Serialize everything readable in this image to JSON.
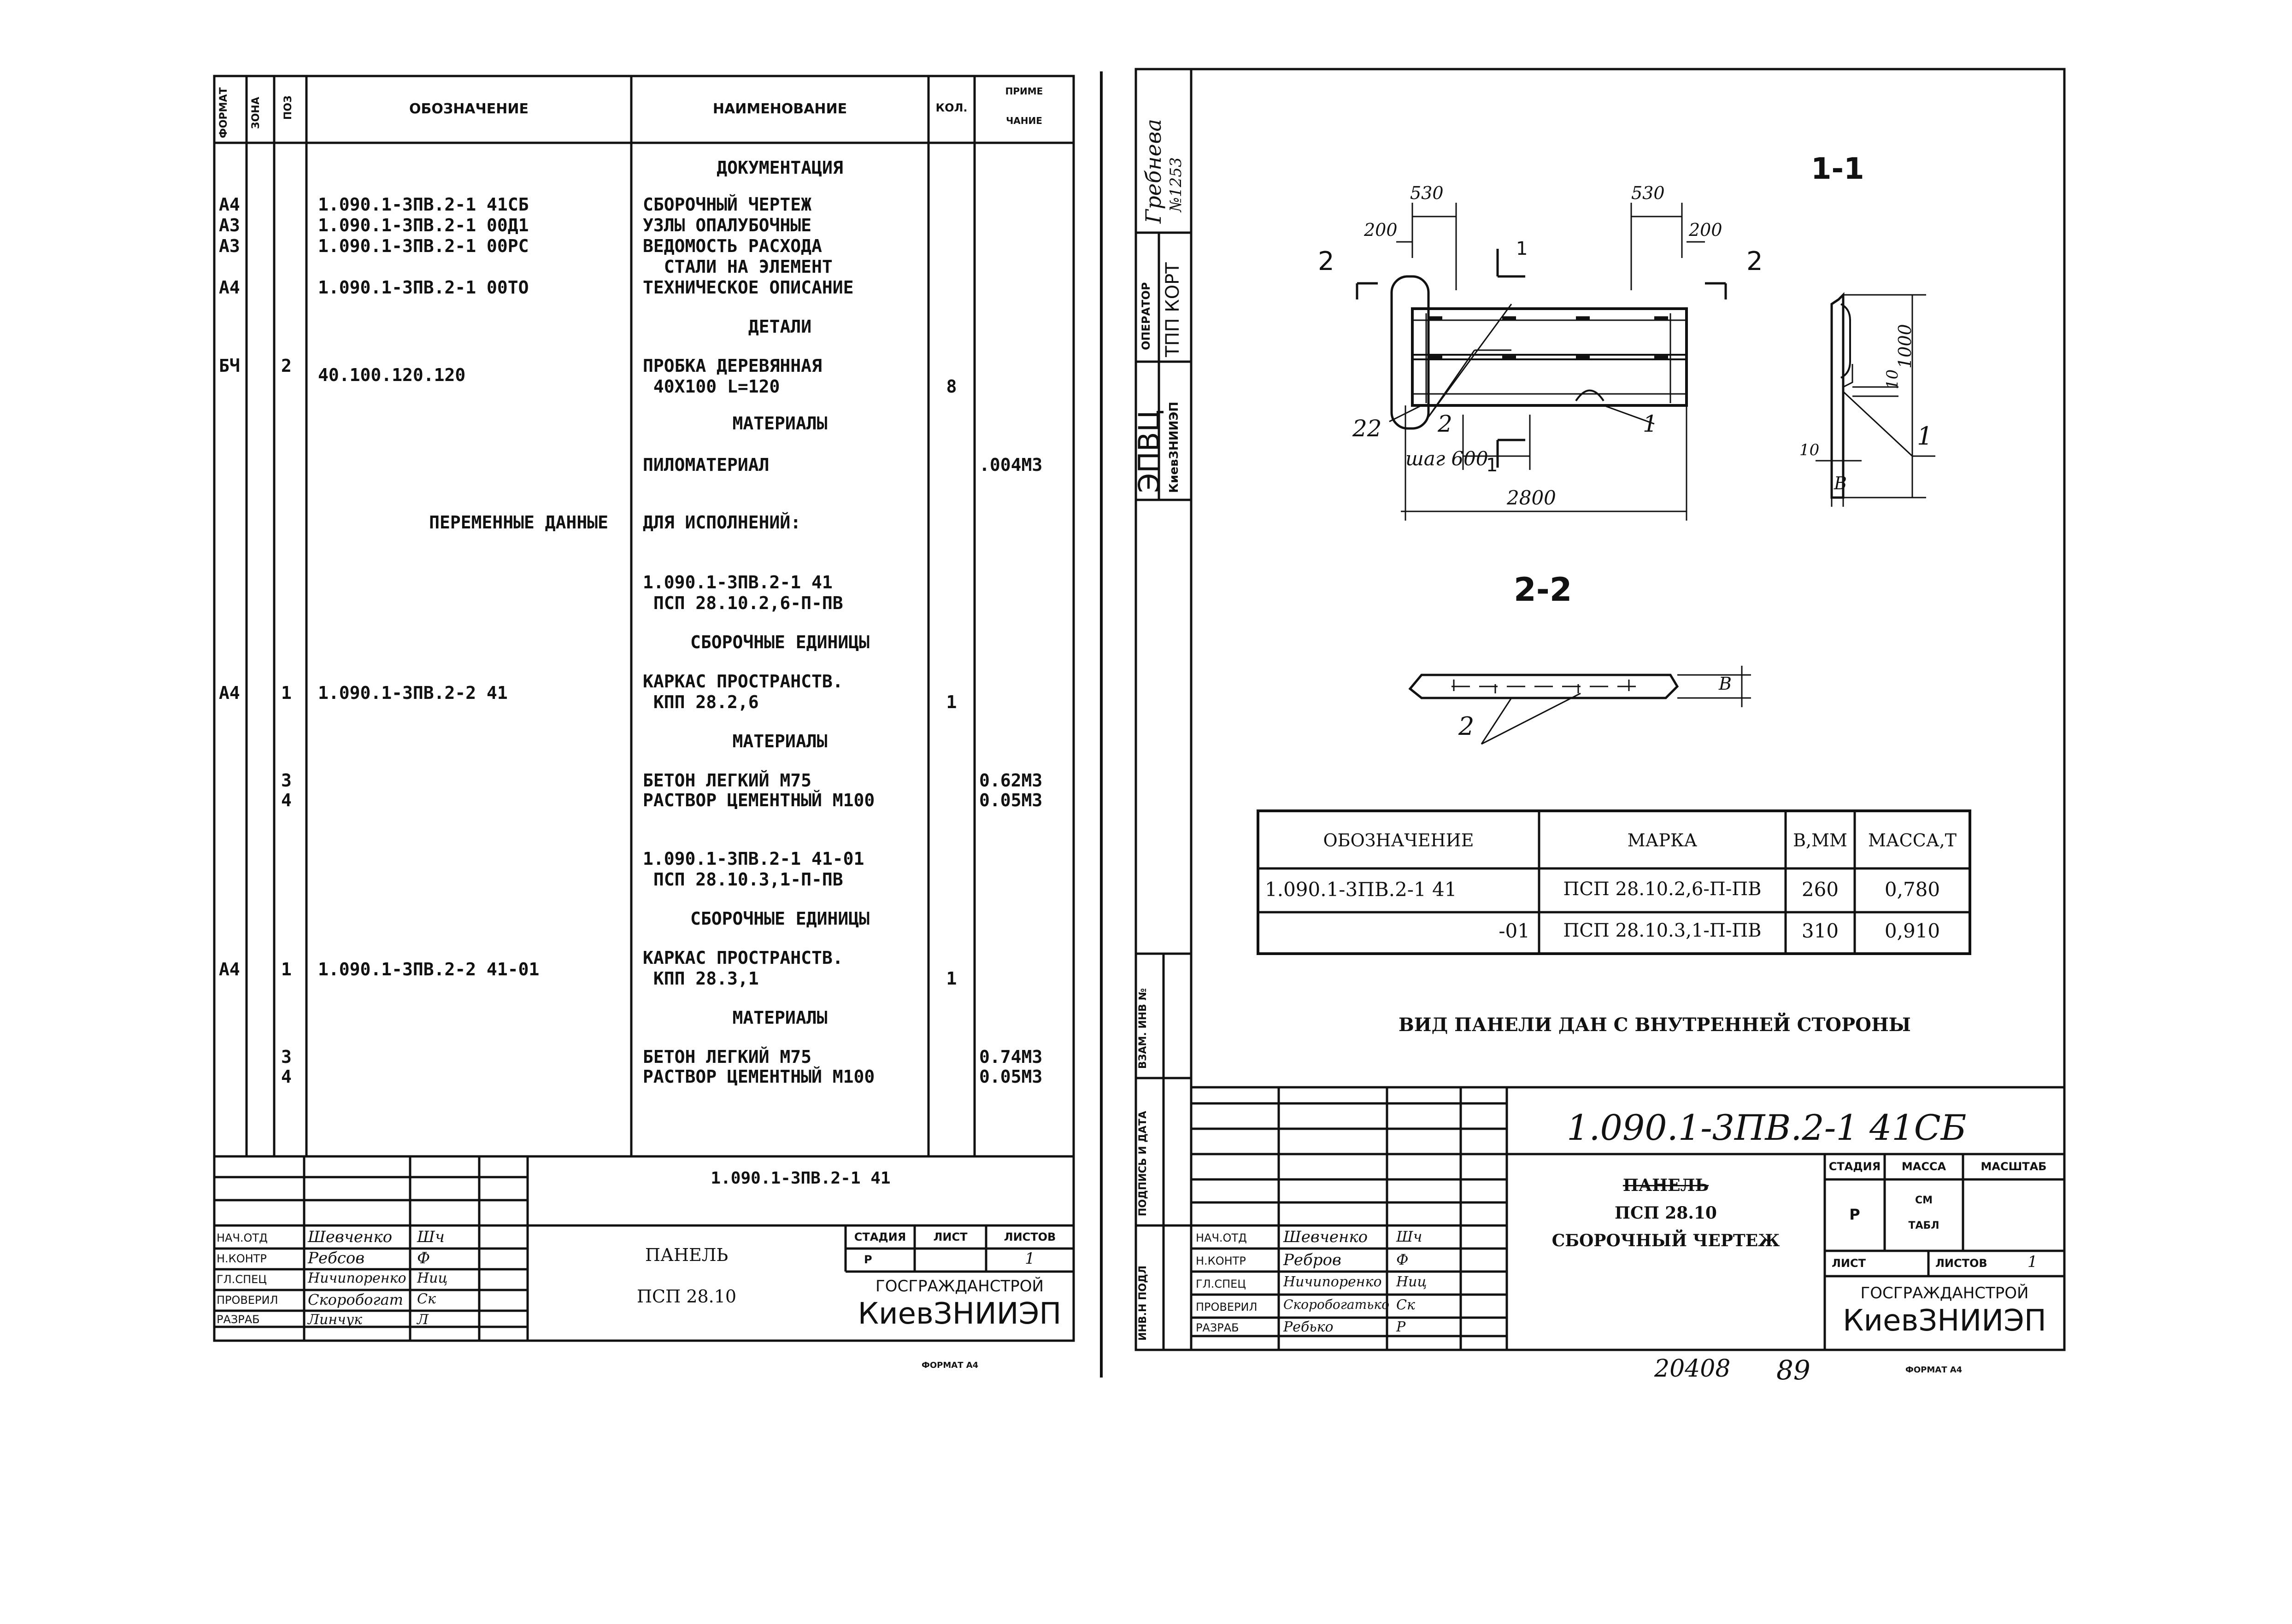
{
  "left": {
    "header": {
      "format": "ФОРМАТ",
      "zone": "ЗОНА",
      "pos": "ПОЗ",
      "designation": "ОБОЗНАЧЕНИЕ",
      "name": "НАИМЕНОВАНИЕ",
      "qty": "КОЛ.",
      "note_1": "ПРИМЕ",
      "note_2": "ЧАНИЕ"
    },
    "sections": {
      "documentation": "ДОКУМЕНТАЦИЯ",
      "details": "ДЕТАЛИ",
      "materials_1": "МАТЕРИАЛЫ",
      "variable_data": "ПЕРЕМЕННЫЕ ДАННЫЕ",
      "assemblies_1": "СБОРОЧНЫЕ ЕДИНИЦЫ",
      "materials_2": "МАТЕРИАЛЫ",
      "assemblies_2": "СБОРОЧНЫЕ ЕДИНИЦЫ",
      "materials_3": "МАТЕРИАЛЫ"
    },
    "rows": [
      {
        "format": "А4",
        "pos": "",
        "designation": "1.090.1-3ПВ.2-1 41СБ",
        "name": "СБОРОЧНЫЙ ЧЕРТЕЖ",
        "qty": "",
        "note": ""
      },
      {
        "format": "А3",
        "pos": "",
        "designation": "1.090.1-3ПВ.2-1 00Д1",
        "name": "УЗЛЫ ОПАЛУБОЧНЫЕ",
        "qty": "",
        "note": ""
      },
      {
        "format": "А3",
        "pos": "",
        "designation": "1.090.1-3ПВ.2-1 00РС",
        "name": "ВЕДОМОСТЬ РАСХОДА",
        "qty": "",
        "note": ""
      },
      {
        "format": "",
        "pos": "",
        "designation": "",
        "name": "  СТАЛИ НА ЭЛЕМЕНТ",
        "qty": "",
        "note": ""
      },
      {
        "format": "А4",
        "pos": "",
        "designation": "1.090.1-3ПВ.2-1 00ТО",
        "name": "ТЕХНИЧЕСКОЕ ОПИСАНИЕ",
        "qty": "",
        "note": ""
      },
      {
        "format": "БЧ",
        "pos": "2",
        "designation": "40.100.120.120",
        "name": "ПРОБКА ДЕРЕВЯННАЯ",
        "qty": "",
        "note": ""
      },
      {
        "format": "",
        "pos": "",
        "designation": "",
        "name": " 40Х100 L=120",
        "qty": "8",
        "note": ""
      },
      {
        "format": "",
        "pos": "",
        "designation": "",
        "name": "ПИЛОМАТЕРИАЛ",
        "qty": "",
        "note": ".004М3"
      },
      {
        "format": "",
        "pos": "",
        "designation": "",
        "name": "ДЛЯ ИСПОЛНЕНИЙ:",
        "qty": "",
        "note": ""
      },
      {
        "format": "",
        "pos": "",
        "designation": "",
        "name": "1.090.1-3ПВ.2-1 41",
        "qty": "",
        "note": ""
      },
      {
        "format": "",
        "pos": "",
        "designation": "",
        "name": " ПСП 28.10.2,6-П-ПВ",
        "qty": "",
        "note": ""
      },
      {
        "format": "А4",
        "pos": "1",
        "designation": "1.090.1-3ПВ.2-2 41",
        "name": "КАРКАС ПРОСТРАНСТВ.",
        "qty": "",
        "note": ""
      },
      {
        "format": "",
        "pos": "",
        "designation": "",
        "name": " КПП 28.2,6",
        "qty": "1",
        "note": ""
      },
      {
        "format": "",
        "pos": "3",
        "designation": "",
        "name": "БЕТОН ЛЕГКИЙ М75",
        "qty": "",
        "note": "0.62М3"
      },
      {
        "format": "",
        "pos": "4",
        "designation": "",
        "name": "РАСТВОР ЦЕМЕНТНЫЙ М100",
        "qty": "",
        "note": "0.05М3"
      },
      {
        "format": "",
        "pos": "",
        "designation": "",
        "name": "1.090.1-3ПВ.2-1 41-01",
        "qty": "",
        "note": ""
      },
      {
        "format": "",
        "pos": "",
        "designation": "",
        "name": " ПСП 28.10.3,1-П-ПВ",
        "qty": "",
        "note": ""
      },
      {
        "format": "А4",
        "pos": "1",
        "designation": "1.090.1-3ПВ.2-2 41-01",
        "name": "КАРКАС ПРОСТРАНСТВ.",
        "qty": "",
        "note": ""
      },
      {
        "format": "",
        "pos": "",
        "designation": "",
        "name": " КПП 28.3,1",
        "qty": "1",
        "note": ""
      },
      {
        "format": "",
        "pos": "3",
        "designation": "",
        "name": "БЕТОН ЛЕГКИЙ М75",
        "qty": "",
        "note": "0.74М3"
      },
      {
        "format": "",
        "pos": "4",
        "designation": "",
        "name": "РАСТВОР ЦЕМЕНТНЫЙ М100",
        "qty": "",
        "note": "0.05М3"
      }
    ],
    "title_block": {
      "doc_code": "1.090.1-3ПВ.2-1 41",
      "title_1": "ПАНЕЛЬ",
      "title_2": "ПСП 28.10",
      "stage_label": "СТАДИЯ",
      "sheet_label": "ЛИСТ",
      "sheets_label": "ЛИСТОВ",
      "stage": "Р",
      "sheets": "1",
      "org_1": "ГОСГРАЖДАНСТРОЙ",
      "org_2": "КиевЗНИИЭП",
      "roles": [
        "НАЧ.ОТД",
        "Н.КОНТР",
        "ГЛ.СПЕЦ",
        "ПРОВЕРИЛ",
        "РАЗРАБ"
      ],
      "names": [
        "Шевченко",
        "Ребсов",
        "Ничипоренко",
        "Скоробогат",
        "Линчук"
      ],
      "signatures": [
        "Шч",
        "Ф",
        "Ниц",
        "Ск",
        "Л"
      ]
    },
    "format_note": "ФОРМАТ А4"
  },
  "right": {
    "side_block": {
      "name_hand": "Гребнева",
      "number_hand": "№1253",
      "operator_label": "ОПЕРАТОР",
      "operator_org": "ТПП КОРТ",
      "elvc": "ЭПВЦ",
      "elvc_org": "КиевЗНИИЭП",
      "inv_swap": "ВЗАМ. ИНВ №",
      "signature_date": "ПОДПИСЬ И ДАТА",
      "inv_orig": "ИНВ.Н ПОДЛ"
    },
    "section_1_label": "1-1",
    "section_2_label": "2-2",
    "dims": {
      "d530_left": "530",
      "d530_right": "530",
      "d200_left": "200",
      "d200_right": "200",
      "d2800": "2800",
      "step": "шаг 600",
      "d1000": "1000",
      "d10_top": "10",
      "d10_bottom": "10",
      "b_label": "В"
    },
    "callouts": {
      "cut_2_left": "2",
      "cut_2_right": "2",
      "cut_1_top": "1",
      "cut_1_bottom": "1",
      "leader_22": "22",
      "leader_2": "2",
      "leader_1": "1",
      "leader_1_section": "1",
      "leader_2_section": "2"
    },
    "variants_table": {
      "headers": [
        "ОБОЗНАЧЕНИЕ",
        "МАРКА",
        "В,ММ",
        "МАССА,Т"
      ],
      "rows": [
        [
          "1.090.1-3ПВ.2-1 41",
          "ПСП 28.10.2,6-П-ПВ",
          "260",
          "0,780"
        ],
        [
          "-01",
          "ПСП 28.10.3,1-П-ПВ",
          "310",
          "0,910"
        ]
      ]
    },
    "note": "ВИД ПАНЕЛИ ДАН С ВНУТРЕННЕЙ СТОРОНЫ",
    "title_block": {
      "doc_code": "1.090.1-3ПВ.2-1 41СБ",
      "title_1": "ПАНЕЛЬ",
      "title_2": "ПСП 28.10",
      "title_3": "СБОРОЧНЫЙ ЧЕРТЕЖ",
      "stage_label": "СТАДИЯ",
      "mass_label": "МАССА",
      "scale_label": "МАСШТАБ",
      "stage": "Р",
      "mass_1": "СМ",
      "mass_2": "ТАБЛ",
      "sheet_label": "ЛИСТ",
      "sheets_label": "ЛИСТОВ",
      "sheets": "1",
      "org_1": "ГОСГРАЖДАНСТРОЙ",
      "org_2": "КиевЗНИИЭП",
      "roles": [
        "НАЧ.ОТД",
        "Н.КОНТР",
        "ГЛ.СПЕЦ",
        "ПРОВЕРИЛ",
        "РАЗРАБ"
      ],
      "names": [
        "Шевченко",
        "Ребров",
        "Ничипоренко",
        "Скоробогатько",
        "Ребько"
      ],
      "signatures": [
        "Шч",
        "Ф",
        "Ниц",
        "Ск",
        "Р"
      ]
    },
    "stamp_numbers": {
      "archive": "20408",
      "page": "89"
    },
    "format_note": "ФОРМАТ А4"
  }
}
